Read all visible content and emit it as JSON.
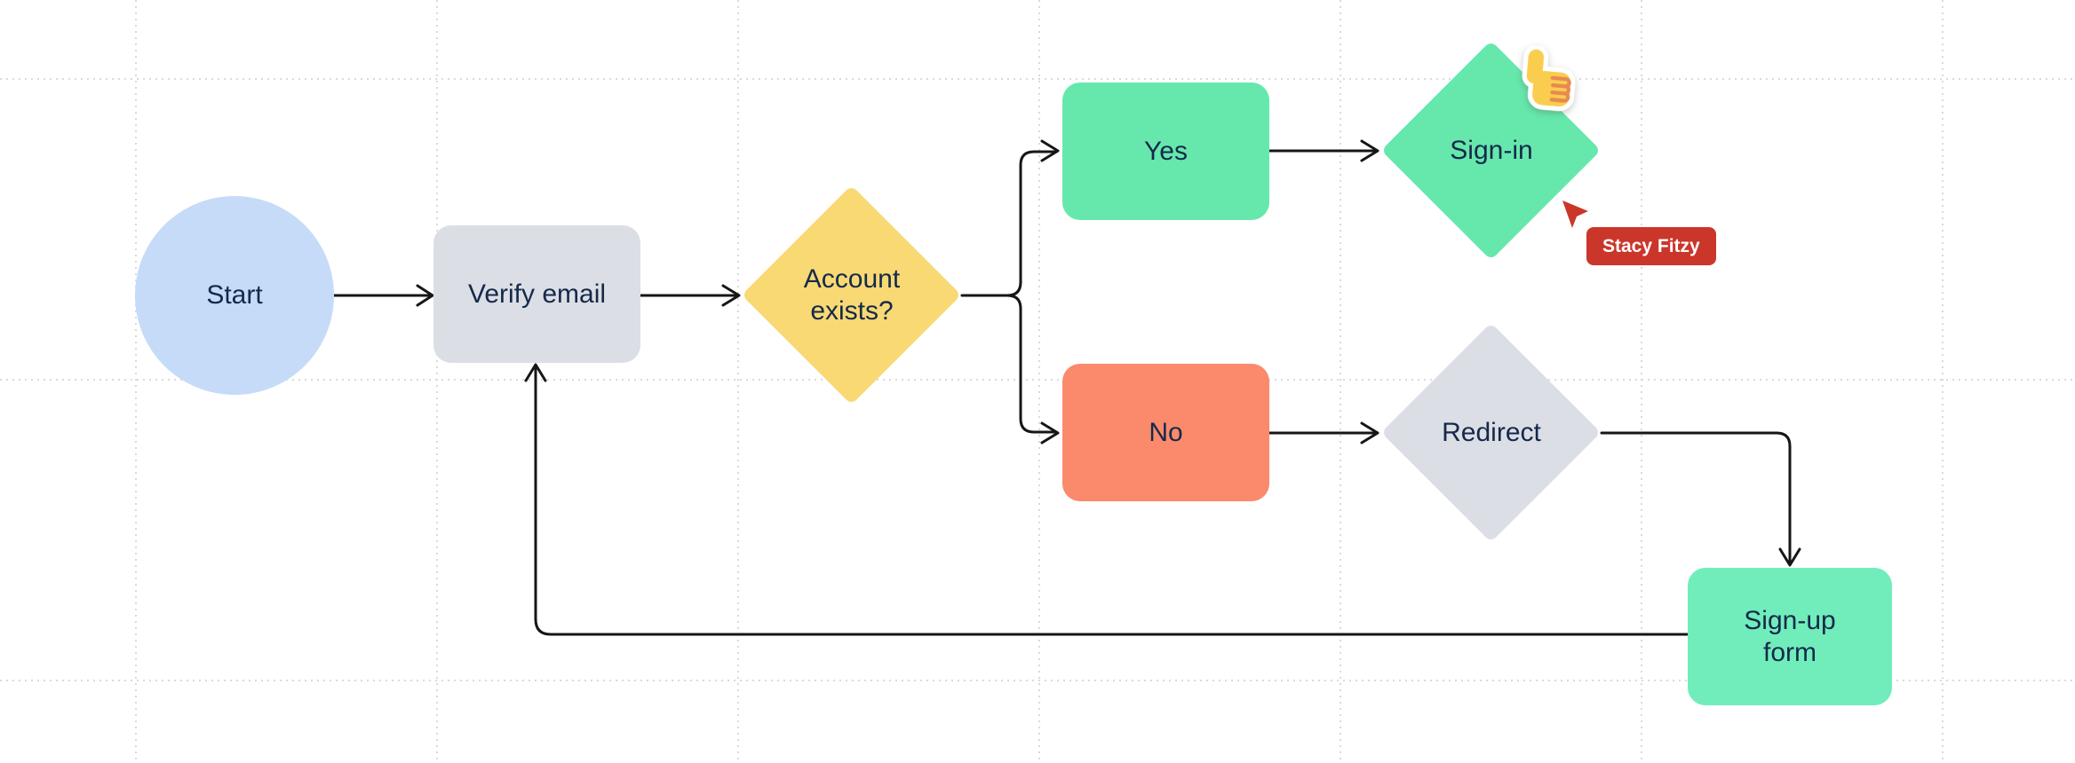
{
  "canvas": {
    "kind": "flowchart-whiteboard"
  },
  "colors": {
    "canvas-bg": "#FFFFFF",
    "grid": "#D8DADF",
    "connector": "#161616",
    "node-text": "#15294B",
    "start-fill": "#C6DBF8",
    "process-fill": "#DCDEE5",
    "yellow-fill": "#F8D973",
    "green-fill": "#66E8AC",
    "signup-fill": "#71EDBB",
    "salmon-fill": "#FA8A6B",
    "cursor-red": "#CB362B",
    "sticker-yellow": "#FACD4E",
    "sticker-line": "#E78A52"
  },
  "nodes": {
    "start": {
      "label": "Start",
      "shape": "ellipse"
    },
    "verify_email": {
      "label": "Verify email",
      "shape": "rectangle"
    },
    "account_exists": {
      "label": "Account exists?",
      "shape": "diamond"
    },
    "yes": {
      "label": "Yes",
      "shape": "rectangle"
    },
    "sign_in": {
      "label": "Sign-in",
      "shape": "diamond"
    },
    "no": {
      "label": "No",
      "shape": "rectangle"
    },
    "redirect": {
      "label": "Redirect",
      "shape": "diamond"
    },
    "sign_up_form": {
      "label": "Sign-up form",
      "shape": "rectangle"
    }
  },
  "collaborator": {
    "name": "Stacy Fitzy"
  },
  "sticker": {
    "name": "thumbs-up"
  }
}
